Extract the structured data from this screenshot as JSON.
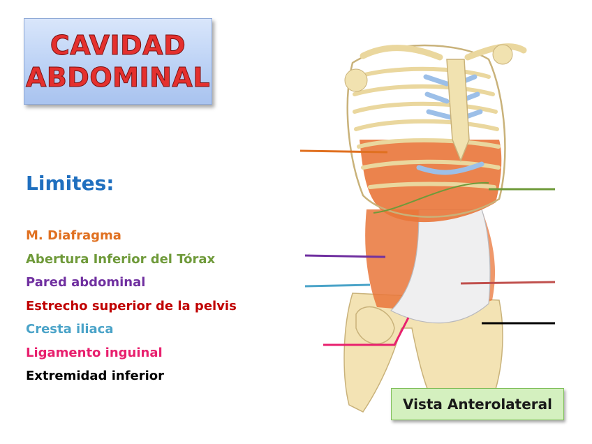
{
  "title": {
    "line1": "CAVIDAD",
    "line2": "ABDOMINAL"
  },
  "limits_heading": "Limites:",
  "legend": [
    {
      "label": "M. Diafragma",
      "color": "#e07020"
    },
    {
      "label": "Abertura Inferior del Tórax",
      "color": "#6f9a3a"
    },
    {
      "label": "Pared abdominal",
      "color": "#7030a0"
    },
    {
      "label": "Estrecho superior de la pelvis",
      "color": "#c00000"
    },
    {
      "label": "Cresta iliaca",
      "color": "#4aa3c8"
    },
    {
      "label": "Ligamento inguinal",
      "color": "#e8206e"
    },
    {
      "label": "Extremidad inferior",
      "color": "#000000"
    }
  ],
  "view_label": "Vista  Anterolateral",
  "colors": {
    "title_fill": "#e4302e",
    "heading": "#1f6fbf",
    "bone": "#f1e2b0",
    "cartilage": "#9cbfe8",
    "muscle": "#e9763a"
  },
  "illustration": "anatomical torso: rib cage, diaphragm, abdominal wall, pelvis and upper thighs"
}
